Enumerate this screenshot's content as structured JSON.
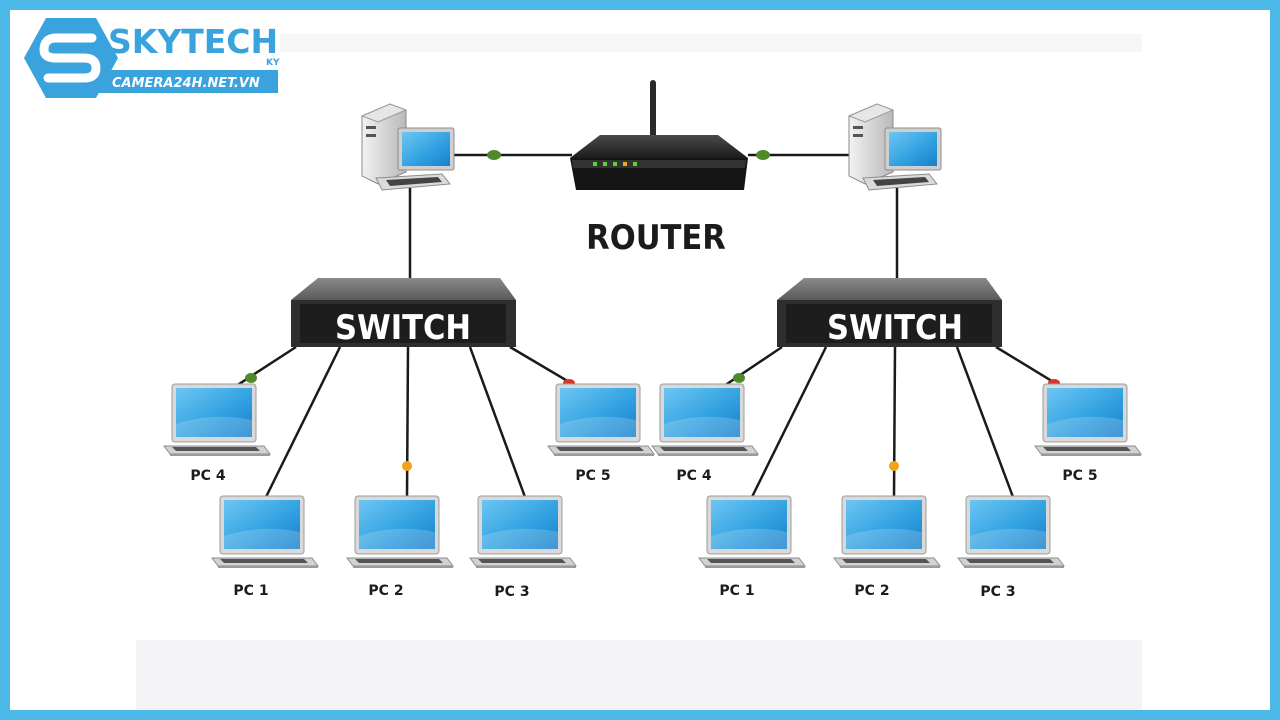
{
  "logo": {
    "name": "SKYTECH",
    "suffix": "KY",
    "website": "CAMERA24H.NET.VN",
    "brand_color": "#3aa3de",
    "mark_icon": "s-hexagon-logo"
  },
  "router": {
    "label": "ROUTER",
    "icon": "router-icon"
  },
  "servers": [
    {
      "icon": "desktop-computer-icon"
    },
    {
      "icon": "desktop-computer-icon"
    }
  ],
  "switches": [
    {
      "label": "SWITCH",
      "pcs": [
        "PC 4",
        "PC 1",
        "PC 2",
        "PC 3",
        "PC 5"
      ]
    },
    {
      "label": "SWITCH",
      "pcs": [
        "PC 4",
        "PC 1",
        "PC 2",
        "PC 3",
        "PC 5"
      ]
    }
  ],
  "colors": {
    "frame": "#4cb9e8",
    "line": "#1a1a1a",
    "connector_green": "#4f8a2a",
    "connector_orange": "#f2a31a",
    "connector_red": "#d9362b",
    "screen": "#3ba7e6"
  }
}
